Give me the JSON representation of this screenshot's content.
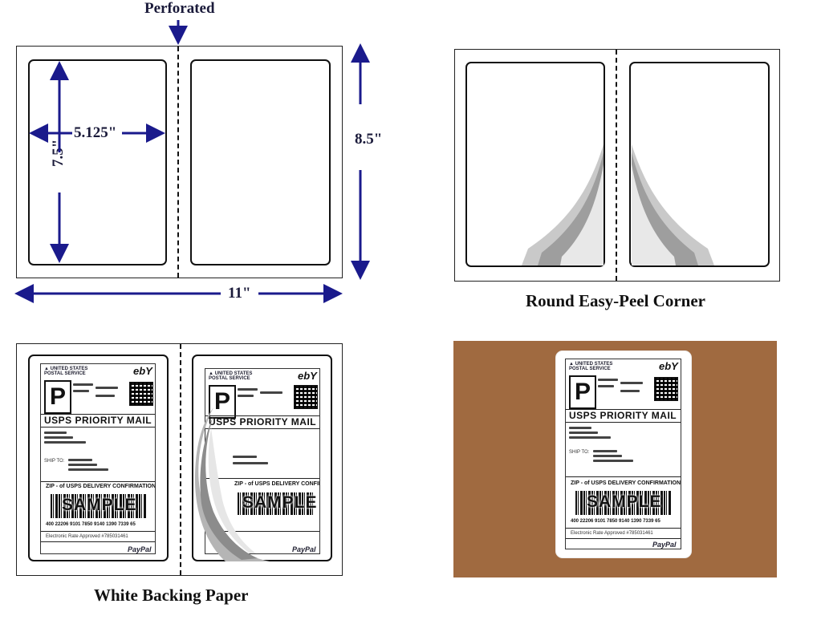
{
  "dimensions": {
    "perforated": "Perforated",
    "width_label": "5.125\"",
    "height_label": "7.5\"",
    "sheet_height": "8.5\"",
    "sheet_width": "11\""
  },
  "captions": {
    "round_corner": "Round Easy-Peel Corner",
    "backing": "White Backing Paper"
  },
  "shipping_label": {
    "letter": "P",
    "carrier": "USPS PRIORITY MAIL",
    "confirmation": "ZIP - of USPS DELIVERY CONFIRMATION",
    "watermark": "SAMPLE",
    "tracking": "400 22206 9101 7850 9140 1390 7339 65",
    "rate": "Electronic Rate Approved #785031461",
    "ship_to": "SHIP TO:",
    "brand": "ebY",
    "payment": "PayPal"
  },
  "colors": {
    "arrow": "#1a1a8c",
    "cardboard": "#a06a40"
  }
}
